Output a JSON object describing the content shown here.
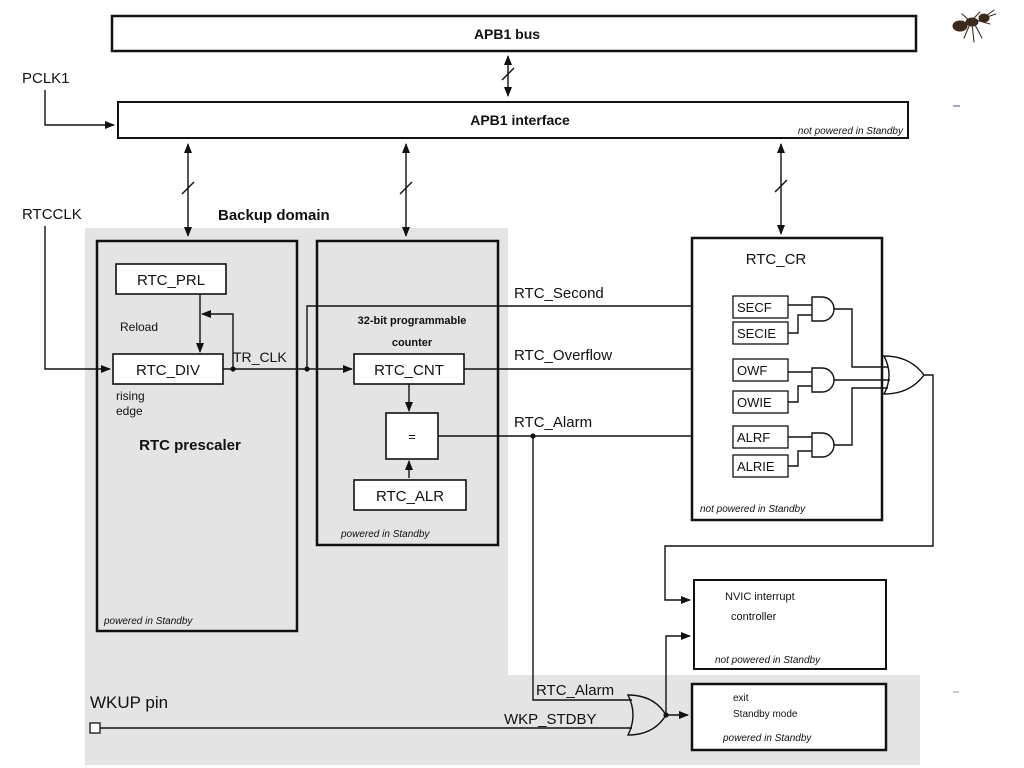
{
  "bus": {
    "apb1_bus": "APB1 bus",
    "apb1_interface": "APB1 interface",
    "interface_note": "not powered in Standby"
  },
  "signals": {
    "pclk1": "PCLK1",
    "rtcclk": "RTCCLK",
    "tr_clk": "TR_CLK",
    "rtc_second": "RTC_Second",
    "rtc_overflow": "RTC_Overflow",
    "rtc_alarm": "RTC_Alarm",
    "rtc_alarm_low": "RTC_Alarm",
    "wkp_stdby": "WKP_STDBY",
    "wkup_pin": "WKUP pin"
  },
  "backup_domain": {
    "title": "Backup domain"
  },
  "prescaler": {
    "prl": "RTC_PRL",
    "reload": "Reload",
    "div": "RTC_DIV",
    "rising": "rising",
    "edge": "edge",
    "title": "RTC prescaler",
    "note": "powered in Standby"
  },
  "counter": {
    "title_line1": "32-bit programmable",
    "title_line2": "counter",
    "cnt": "RTC_CNT",
    "eq": "=",
    "alr": "RTC_ALR",
    "note": "powered in Standby"
  },
  "rtc_cr": {
    "title": "RTC_CR",
    "secf": "SECF",
    "secie": "SECIE",
    "owf": "OWF",
    "owie": "OWIE",
    "alrf": "ALRF",
    "alrie": "ALRIE",
    "note": "not powered in Standby"
  },
  "nvic": {
    "line1": "NVIC interrupt",
    "line2": "controller",
    "note": "not powered in Standby"
  },
  "exit_standby": {
    "line1": "exit",
    "line2": "Standby mode",
    "note": "powered in Standby"
  },
  "icons": {
    "ant": "ant-logo-icon"
  },
  "colors": {
    "backup_domain_fill": "#e4e4e4",
    "line": "#111111"
  }
}
